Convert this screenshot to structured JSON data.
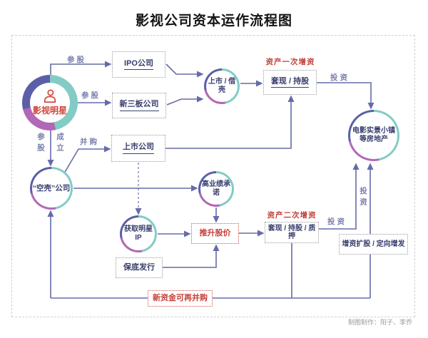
{
  "title": "影视公司资本运作流程图",
  "credit": "制图制作：阳子、李乔",
  "nodes": {
    "star": {
      "label": "影视明星"
    },
    "ipo": {
      "label": "IPO公司"
    },
    "neeq": {
      "label": "新三板公司"
    },
    "listed_co": {
      "label": "上市公司"
    },
    "shell_co": {
      "label": "“空壳”公司"
    },
    "list_or_shell": {
      "label": "上市 / 借壳"
    },
    "cash_hold_1": {
      "label": "套现 / 持股"
    },
    "high_promise": {
      "label": "高业绩承诺"
    },
    "star_ip": {
      "label": "获取明星IP"
    },
    "push_price": {
      "label": "推升股价"
    },
    "guaranteed_release": {
      "label": "保底发行"
    },
    "cash_hold_pledge": {
      "label": "套现 / 持股 / 质押"
    },
    "capital_increase": {
      "label": "增资扩股 / 定向增发"
    },
    "real_estate": {
      "line1": "电影实景小镇",
      "line2": "等房地产"
    },
    "new_fund": {
      "label": "新资金可再并购"
    }
  },
  "edge_labels": {
    "cangu_top": "参股",
    "cangu_mid": "参股",
    "cangu_left": "参股",
    "chengli": "成立",
    "binggou": "并购",
    "touzi_top": "投资",
    "touzi_mid": "投资",
    "touzi_vert": "投资"
  },
  "annotations": {
    "first_increase": "资产一次增资",
    "second_increase": "资产二次增资"
  },
  "icons": {
    "star_person": "person-icon"
  },
  "colors": {
    "accent_red": "#c4403a",
    "wire_indigo": "#666ba8",
    "text_navy": "#373d6e",
    "ring_teal": "#82ccc5",
    "ring_indigo": "#5a5fa8",
    "ring_magenta": "#b168b6"
  }
}
